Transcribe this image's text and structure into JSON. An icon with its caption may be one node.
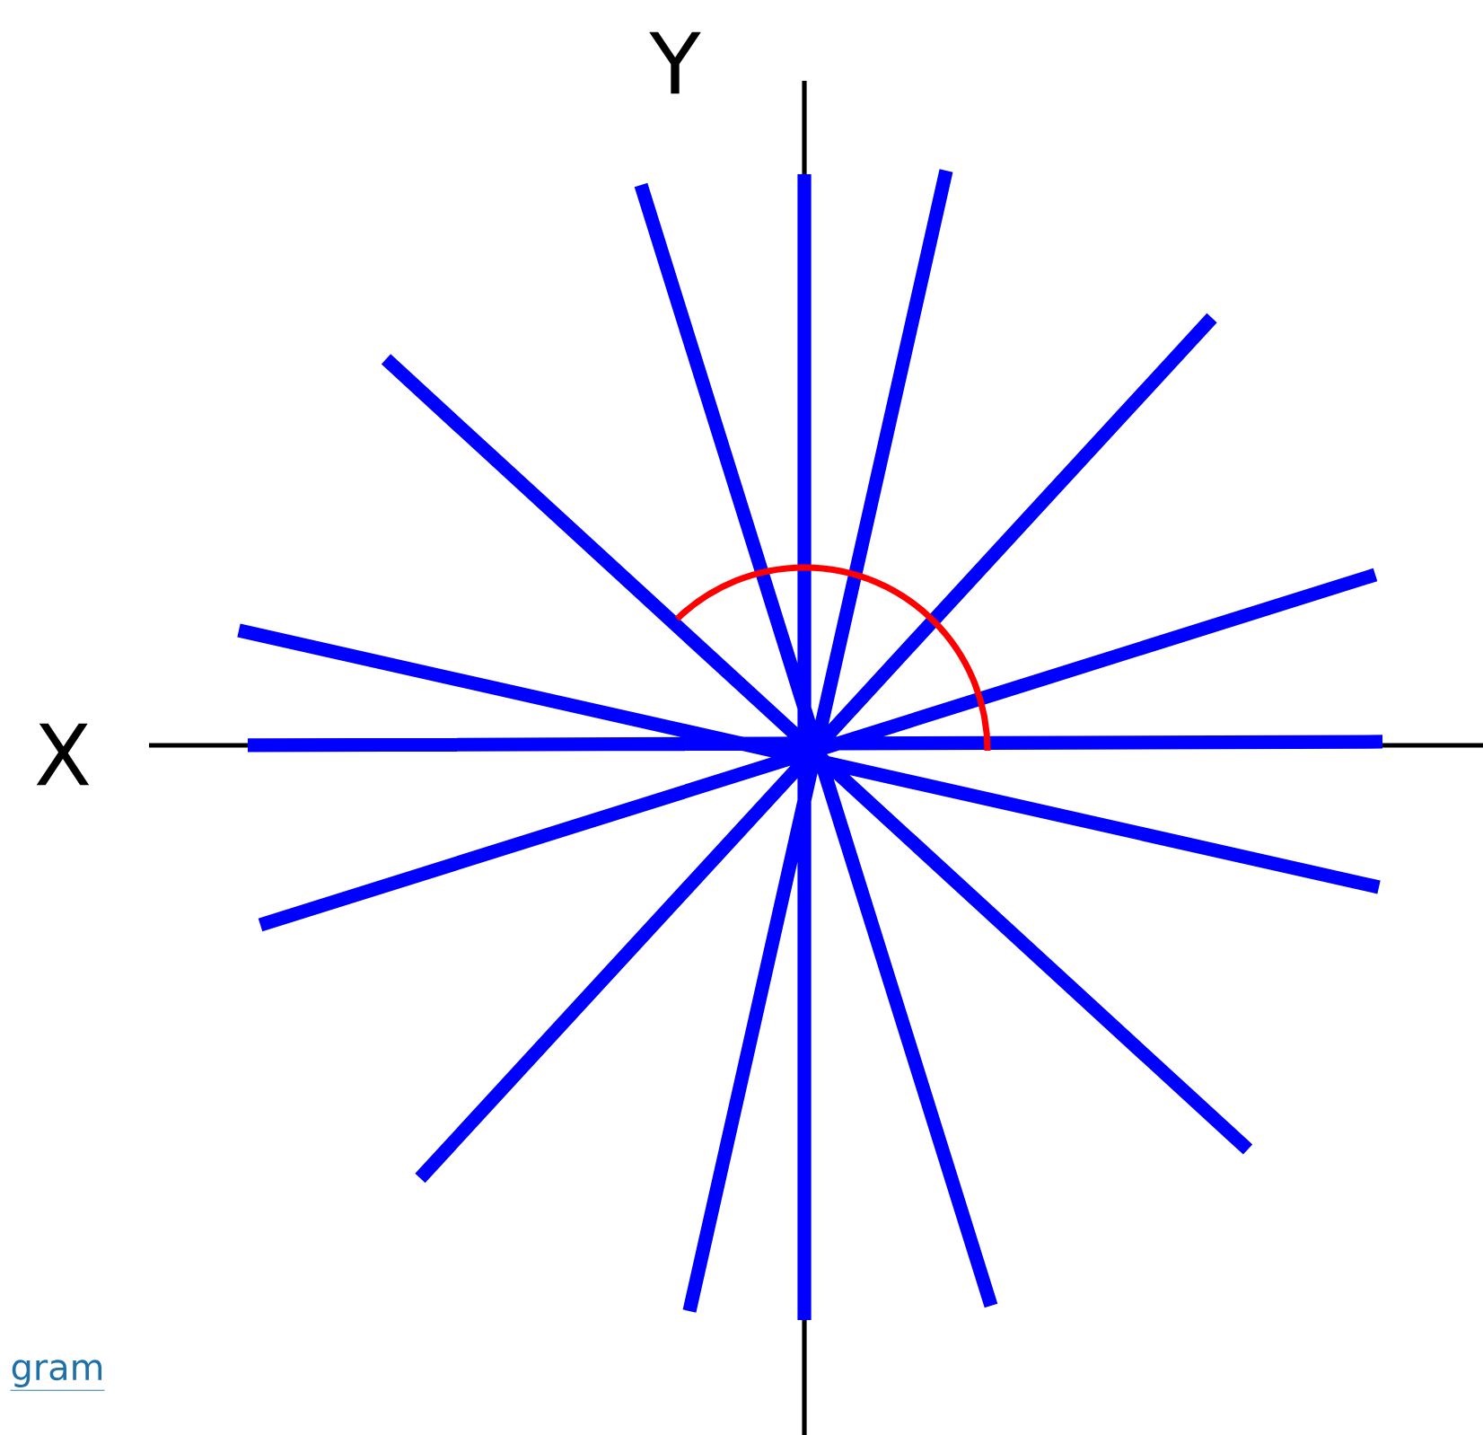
{
  "diagram": {
    "labels": [
      "Y",
      "X",
      "gram"
    ]
  }
}
